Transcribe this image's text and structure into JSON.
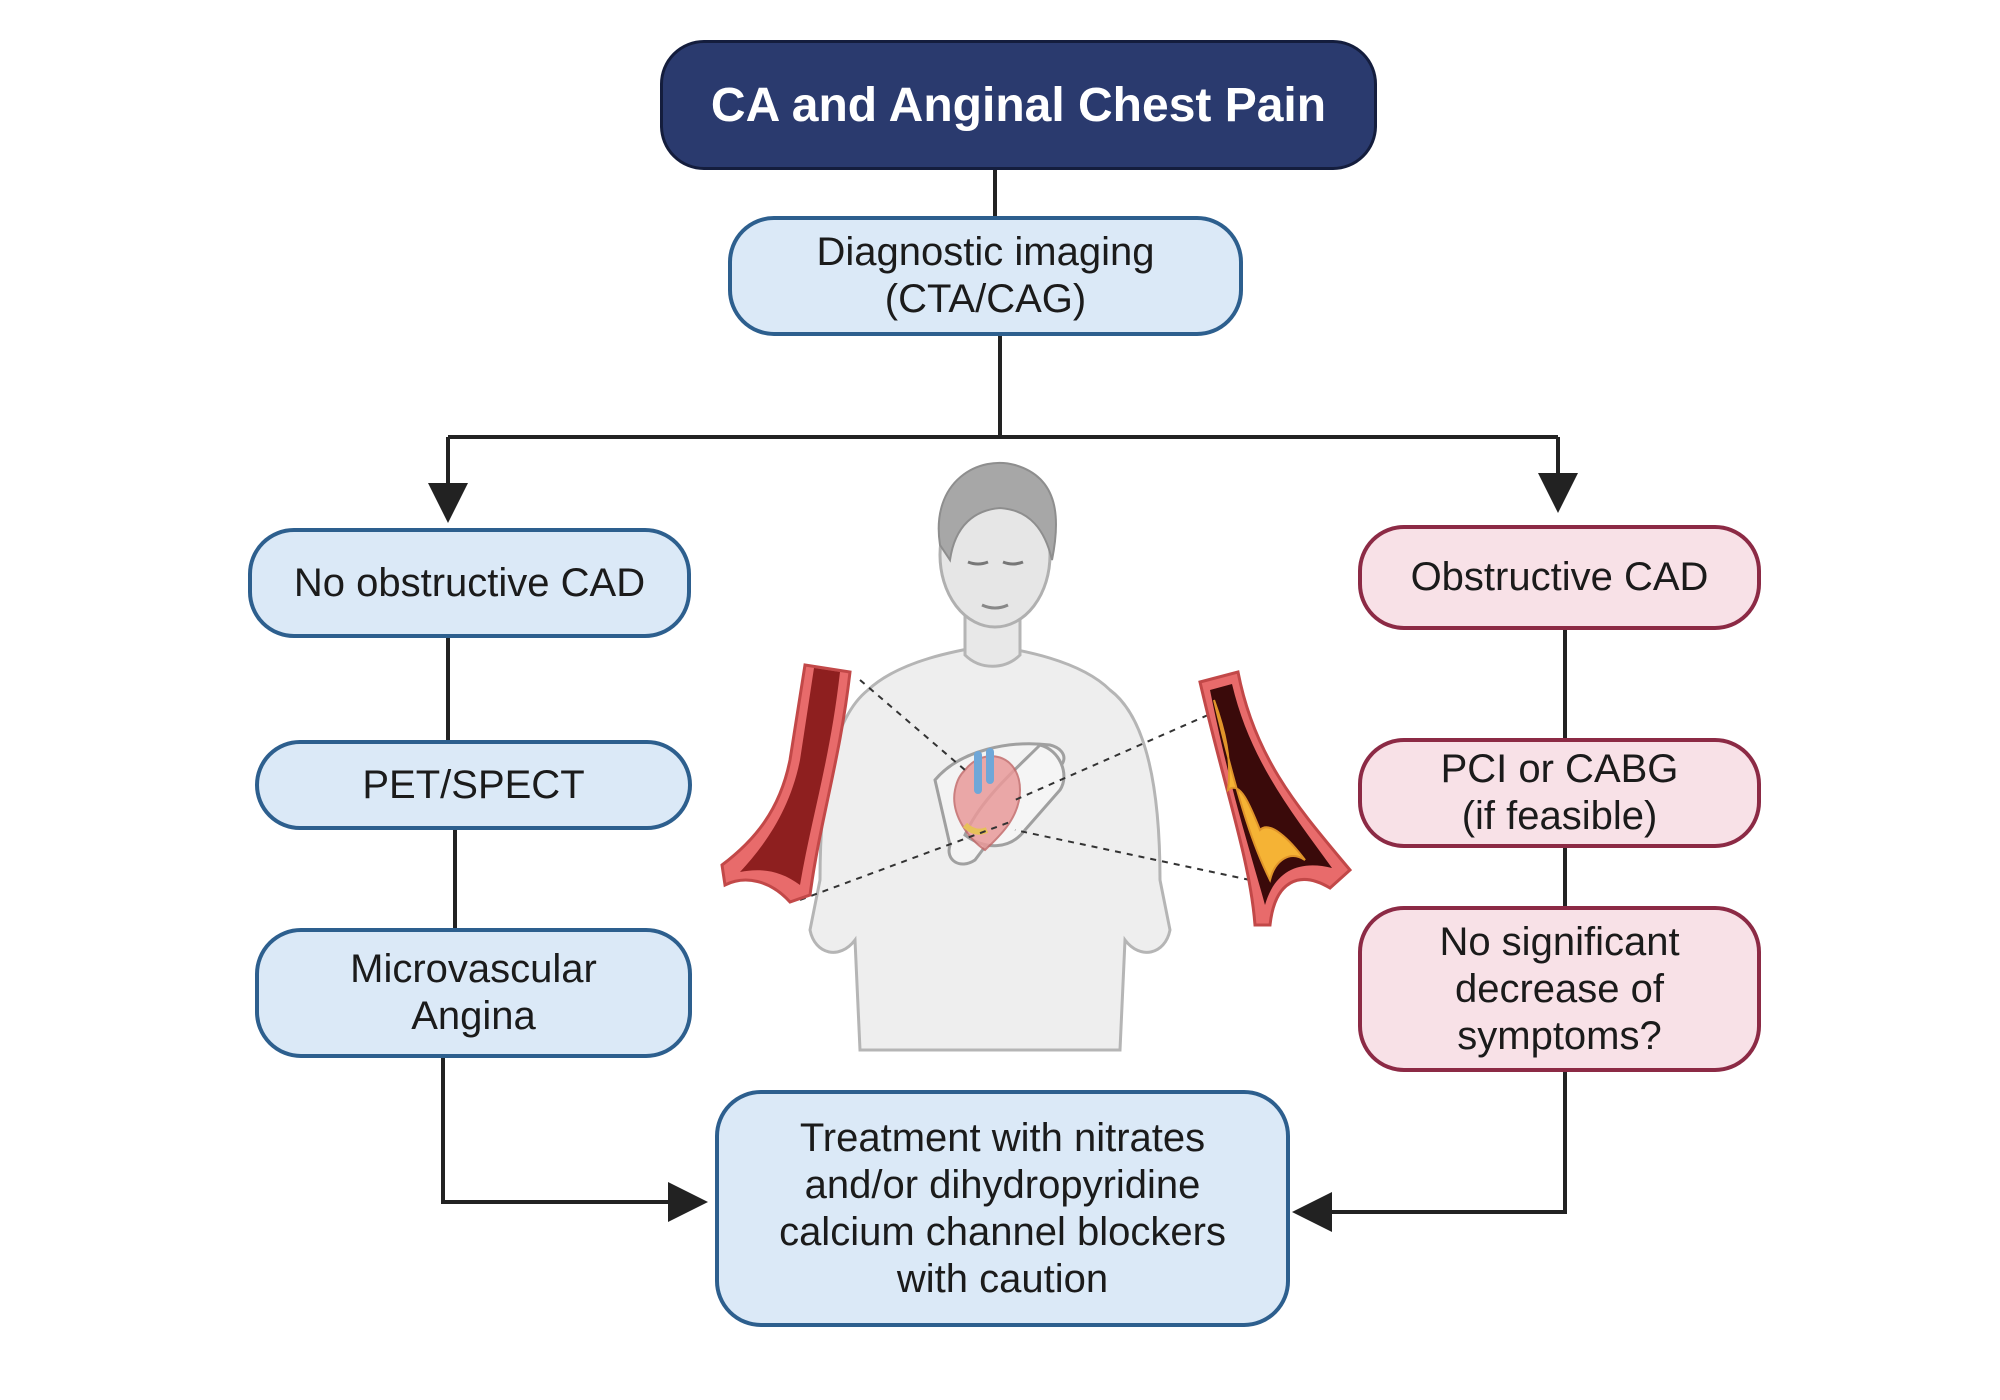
{
  "title": "CA and Anginal Chest Pain",
  "nodes": {
    "imaging": "Diagnostic imaging\n(CTA/CAG)",
    "no_obstructive": "No obstructive CAD",
    "pet_spect": "PET/SPECT",
    "microvascular": "Microvascular\nAngina",
    "obstructive": "Obstructive CAD",
    "pci_cabg": "PCI or CABG\n(if feasible)",
    "no_decrease": "No significant\ndecrease of\nsymptoms?",
    "treatment": "Treatment with nitrates\nand/or dihydropyridine\ncalcium channel blockers\nwith caution"
  },
  "colors": {
    "title_fill": "#2a3a6e",
    "blue_fill": "#dbe9f7",
    "blue_border": "#2d5f8e",
    "pink_fill": "#f8e1e7",
    "pink_border": "#8c2a45",
    "connector": "#222222"
  },
  "illustrations": {
    "center": "patient-chest-pain-icon",
    "left": "normal-artery-icon",
    "right": "plaque-artery-icon"
  }
}
